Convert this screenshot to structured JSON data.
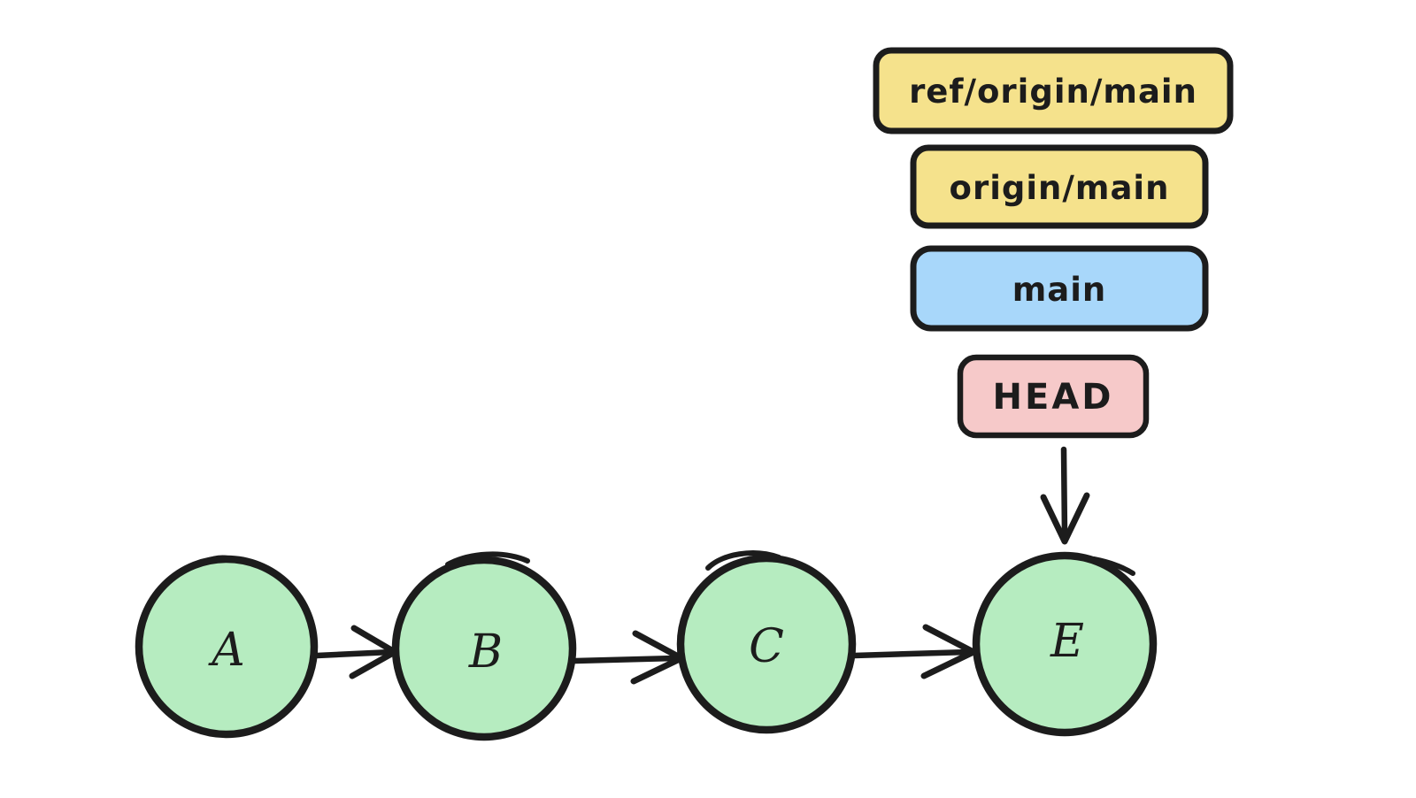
{
  "colors": {
    "background": "#ffffff",
    "stroke": "#1c1c1c",
    "commit_fill": "#b6ecc0",
    "remote_ref_fill": "#f5e28c",
    "branch_fill": "#a8d7fa",
    "head_fill": "#f6c9c9"
  },
  "labels": {
    "ref_origin_main": "ref/origin/main",
    "origin_main": "origin/main",
    "main": "main",
    "head": "HEAD"
  },
  "commits": [
    {
      "id": "A",
      "label": "A"
    },
    {
      "id": "B",
      "label": "B"
    },
    {
      "id": "C",
      "label": "C"
    },
    {
      "id": "E",
      "label": "E"
    }
  ],
  "edges": [
    {
      "from": "A",
      "to": "B"
    },
    {
      "from": "B",
      "to": "C"
    },
    {
      "from": "C",
      "to": "E"
    },
    {
      "from": "HEAD",
      "to": "E"
    }
  ]
}
